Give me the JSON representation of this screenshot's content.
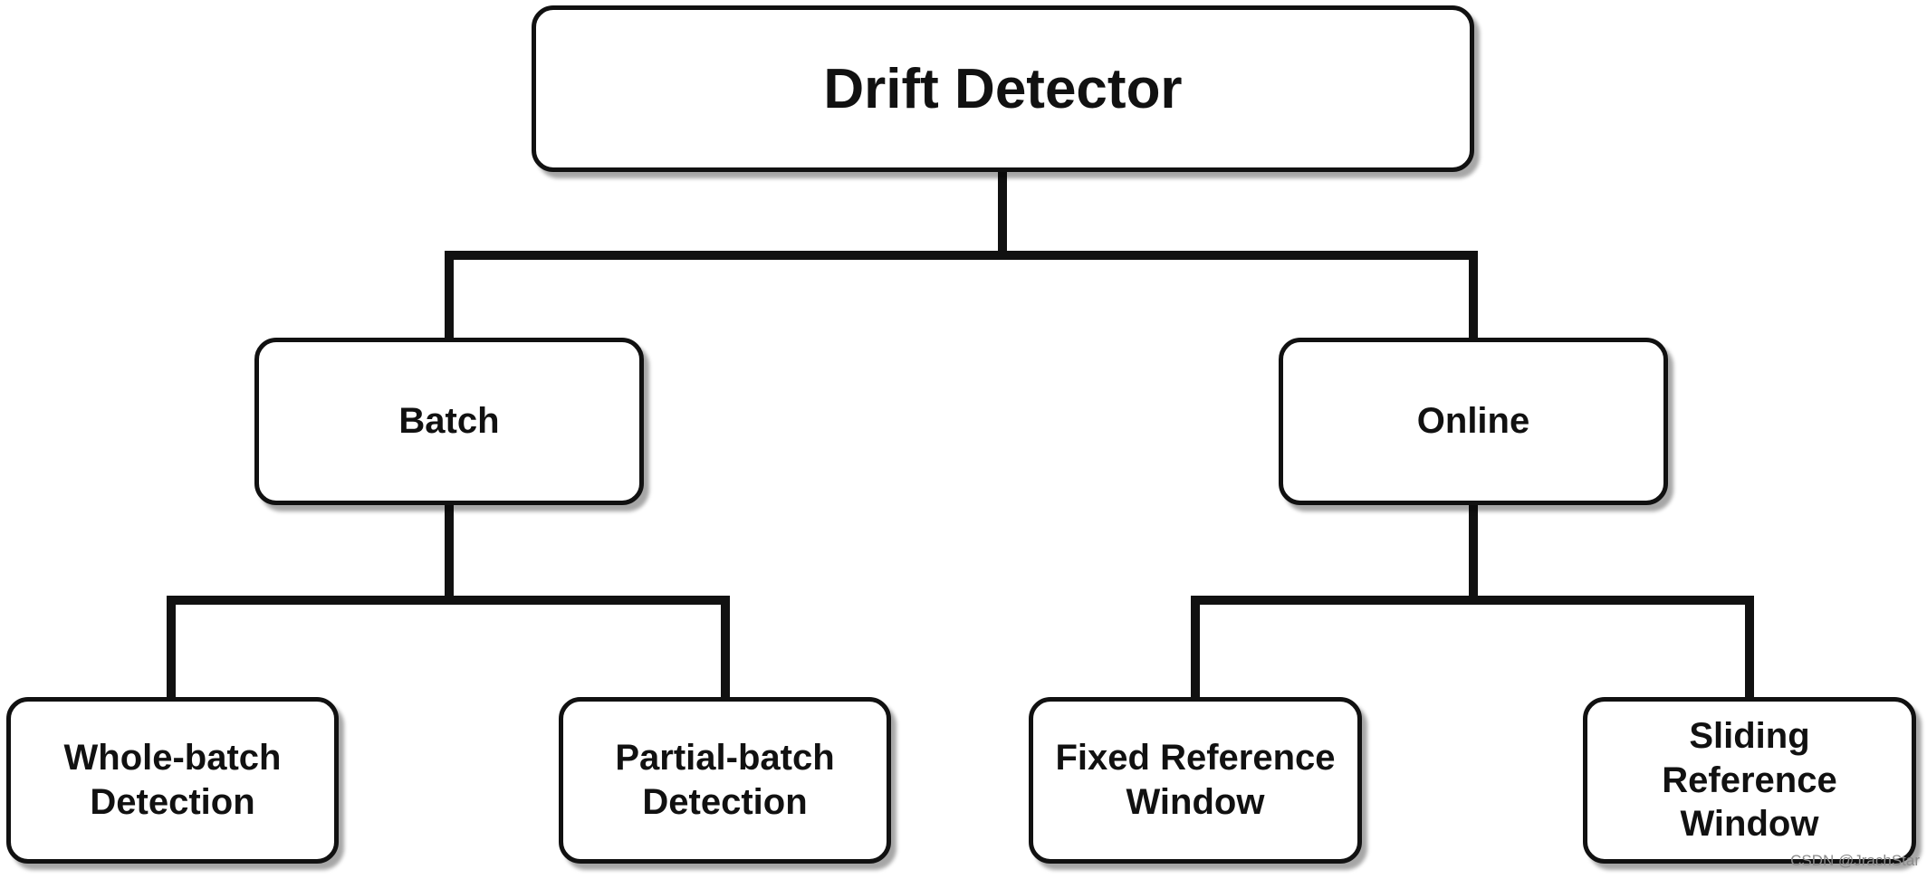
{
  "diagram": {
    "type": "tree",
    "root": {
      "label": "Drift Detector"
    },
    "level1": [
      {
        "id": "batch",
        "label": "Batch"
      },
      {
        "id": "online",
        "label": "Online"
      }
    ],
    "level2": [
      {
        "id": "whole",
        "parent": "batch",
        "label": "Whole-batch Detection"
      },
      {
        "id": "partial",
        "parent": "batch",
        "label": "Partial-batch Detection"
      },
      {
        "id": "fixed",
        "parent": "online",
        "label": "Fixed Reference Window"
      },
      {
        "id": "sliding",
        "parent": "online",
        "label": "Sliding Reference Window"
      }
    ],
    "edges": [
      [
        "Drift Detector",
        "Batch"
      ],
      [
        "Drift Detector",
        "Online"
      ],
      [
        "Batch",
        "Whole-batch Detection"
      ],
      [
        "Batch",
        "Partial-batch Detection"
      ],
      [
        "Online",
        "Fixed Reference Window"
      ],
      [
        "Online",
        "Sliding Reference Window"
      ]
    ]
  },
  "watermark": "CSDN @JrachStar",
  "colors": {
    "stroke": "#111111",
    "background": "#ffffff",
    "watermark": "#8a8a8a"
  }
}
